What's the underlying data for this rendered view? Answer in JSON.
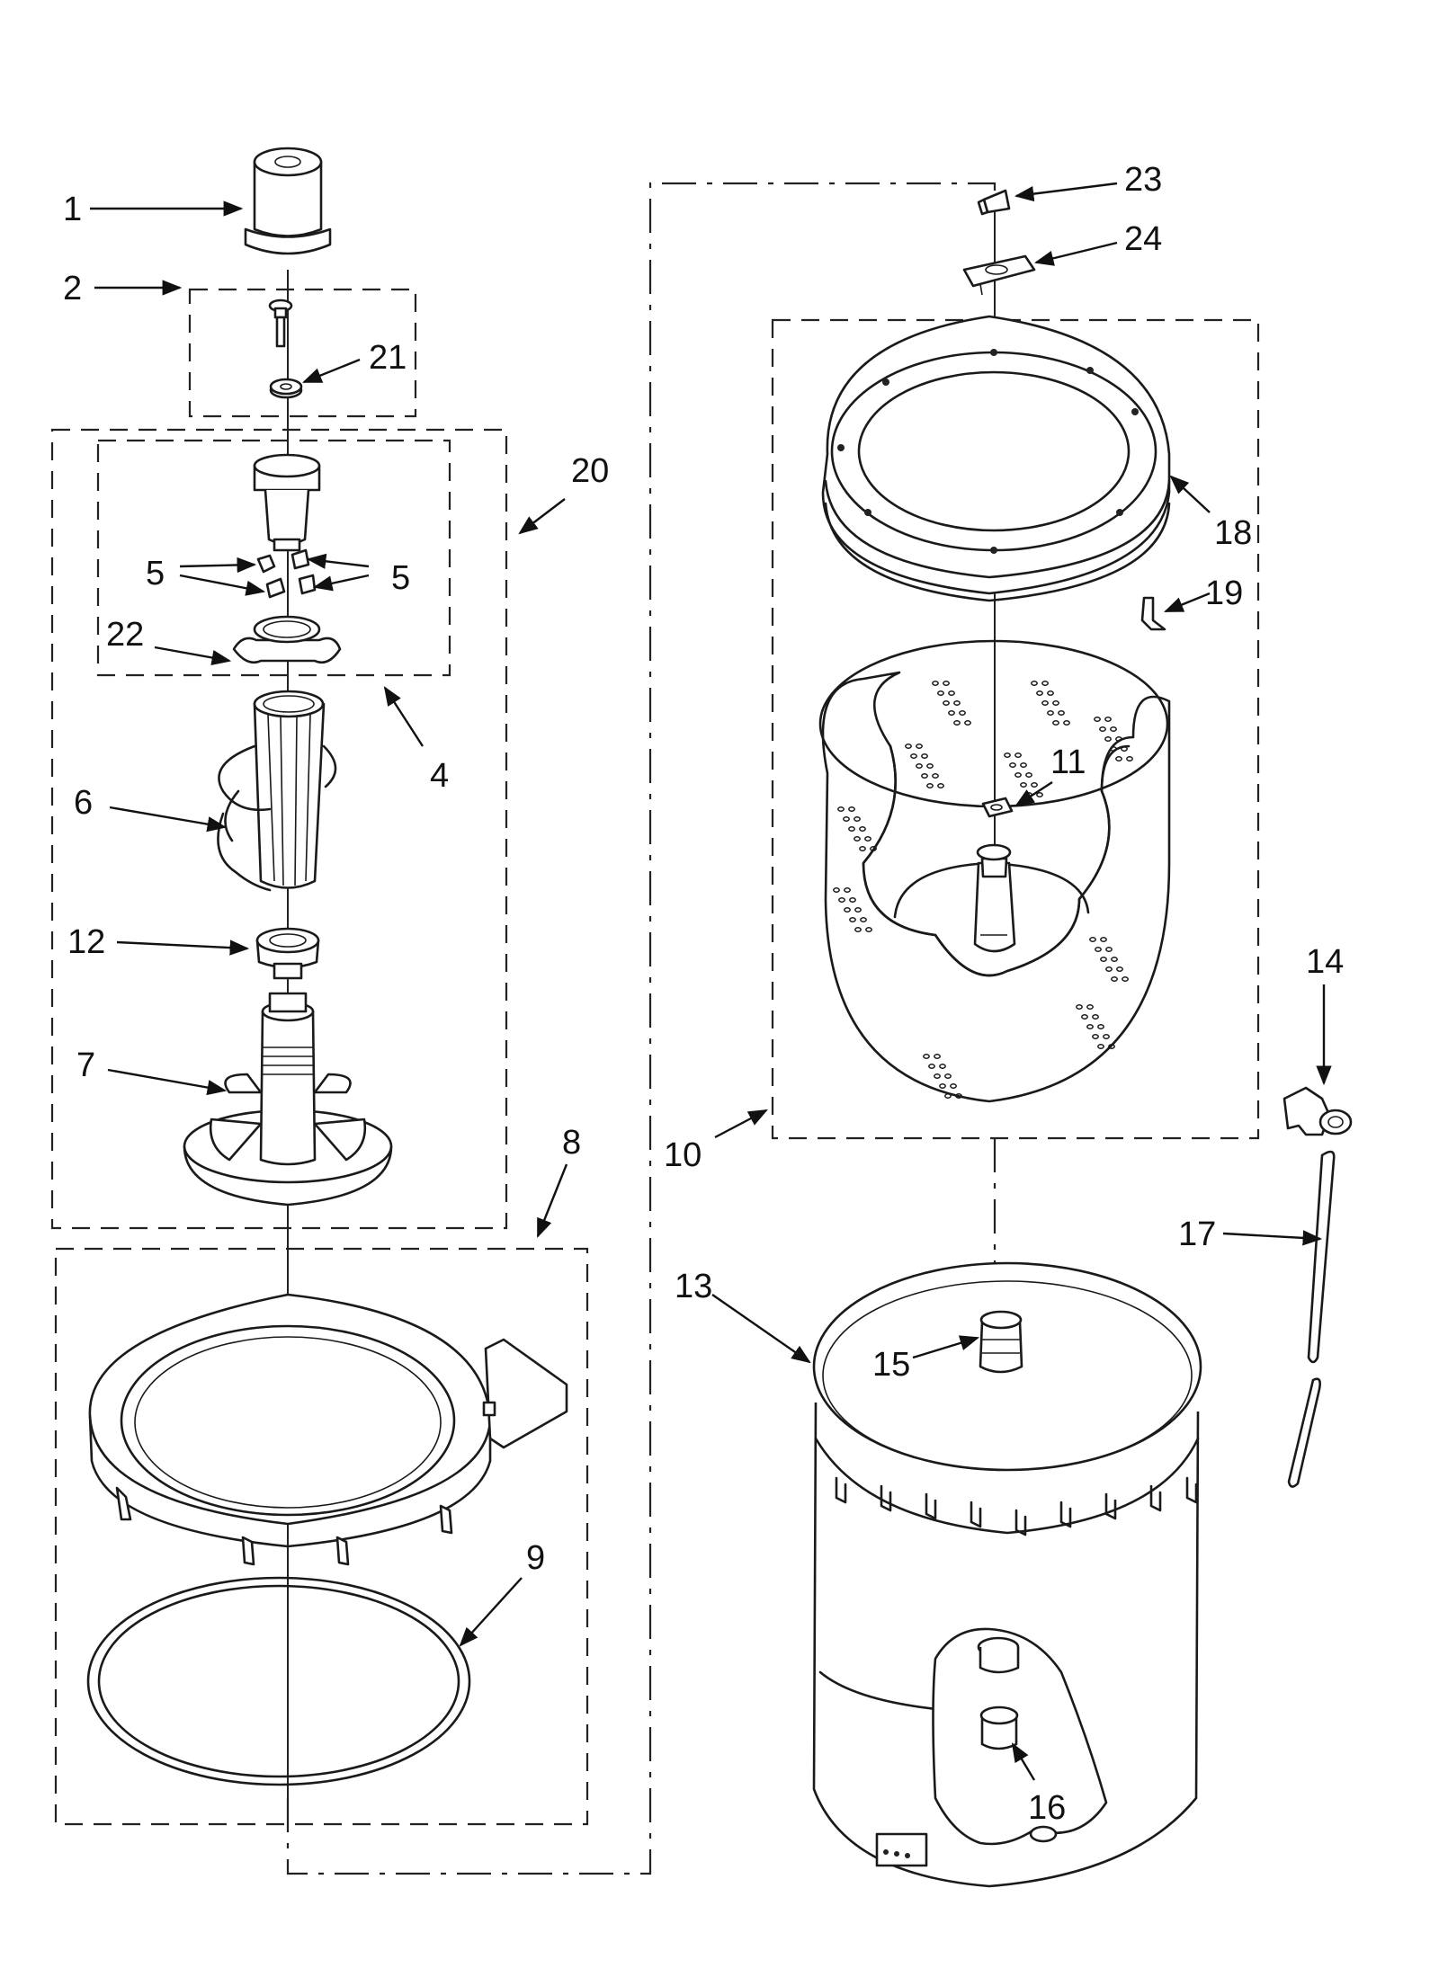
{
  "diagram": {
    "callouts": [
      "1",
      "2",
      "21",
      "20",
      "5",
      "5",
      "22",
      "4",
      "6",
      "12",
      "7",
      "8",
      "9",
      "23",
      "24",
      "18",
      "19",
      "11",
      "10",
      "14",
      "17",
      "13",
      "15",
      "16"
    ]
  },
  "colors": {
    "line": "#1a1a1a",
    "background": "#ffffff"
  }
}
